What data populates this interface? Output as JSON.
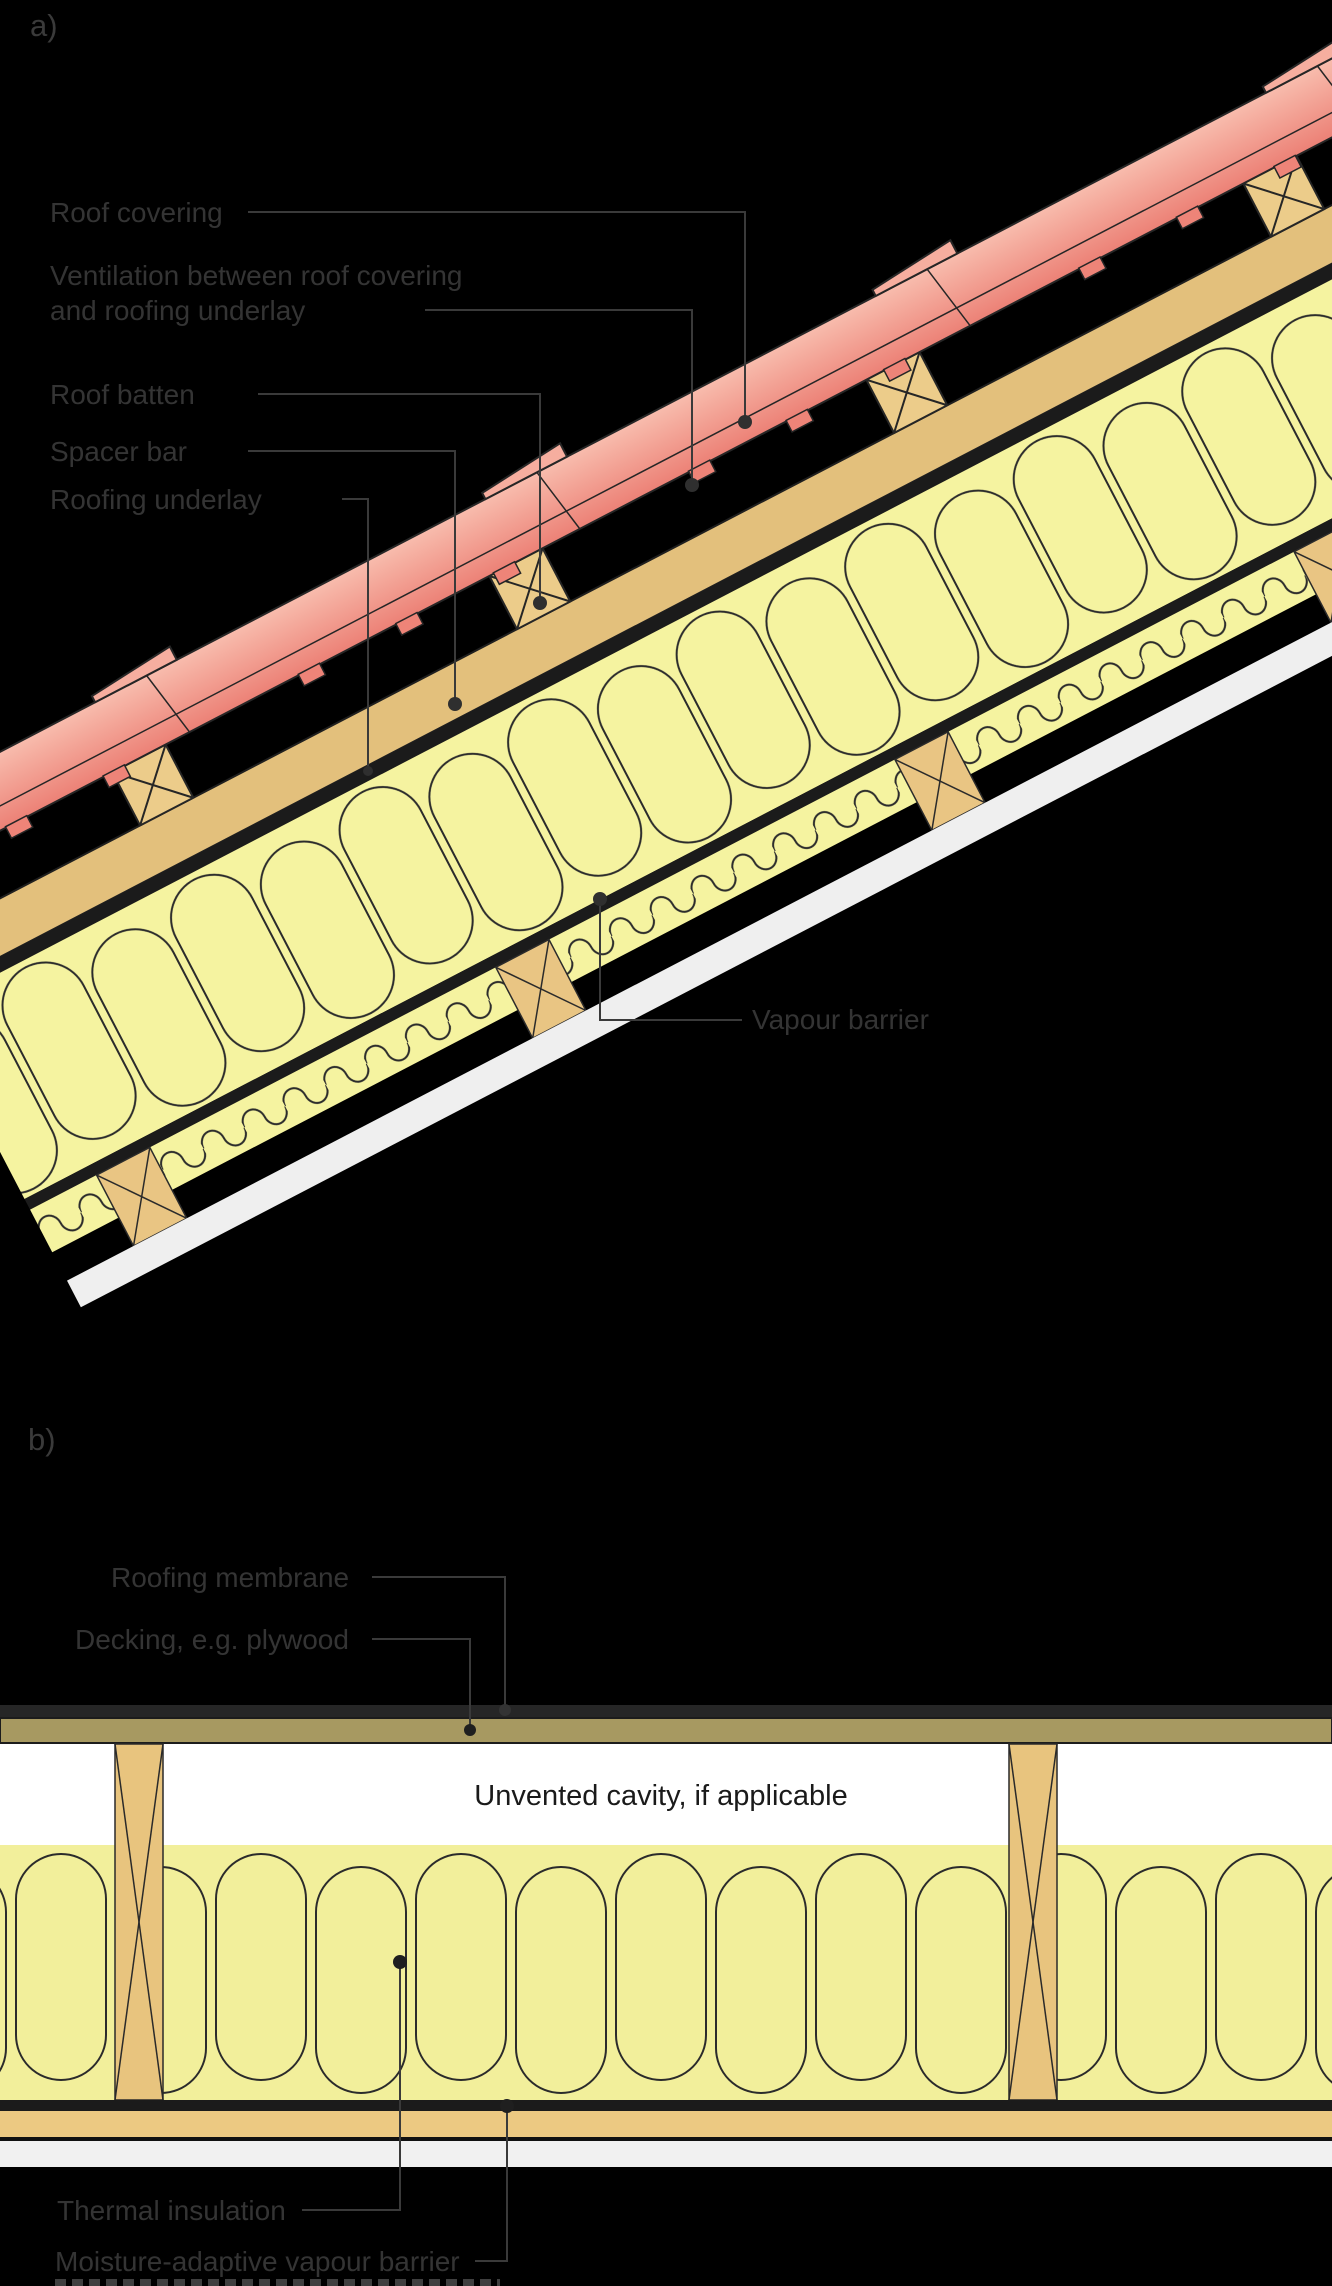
{
  "figure": {
    "panel_a": {
      "tag": "a)",
      "labels": {
        "roof_covering": "Roof covering",
        "ventilation_1": "Ventilation between roof covering",
        "ventilation_2": "and roofing underlay",
        "roof_batten": "Roof batten",
        "spacer_bar": "Spacer bar",
        "roofing_underlay": "Roofing underlay",
        "vapour_barrier": "Vapour barrier"
      }
    },
    "panel_b": {
      "tag": "b)",
      "labels": {
        "roofing_membrane": "Roofing membrane",
        "decking": "Decking, e.g. plywood",
        "unvented_cavity": "Unvented cavity, if applicable",
        "thermal_insulation": "Thermal insulation",
        "moisture_vapour_barrier": "Moisture-adaptive vapour barrier"
      }
    },
    "colors": {
      "background": "#000000",
      "label_text": "#343434",
      "cavity_text": "#1a1a1a",
      "tile_light": "#f8bcad",
      "tile_dark": "#ec8176",
      "wood_batten": "#eccc8a",
      "wood_spacer": "#e3c07c",
      "wood_stud": "#e8c47e",
      "decking": "#a79961",
      "insulation": "#f5f3a0",
      "lining_white": "#efefef",
      "membrane_dark": "#1b1b1b"
    }
  }
}
